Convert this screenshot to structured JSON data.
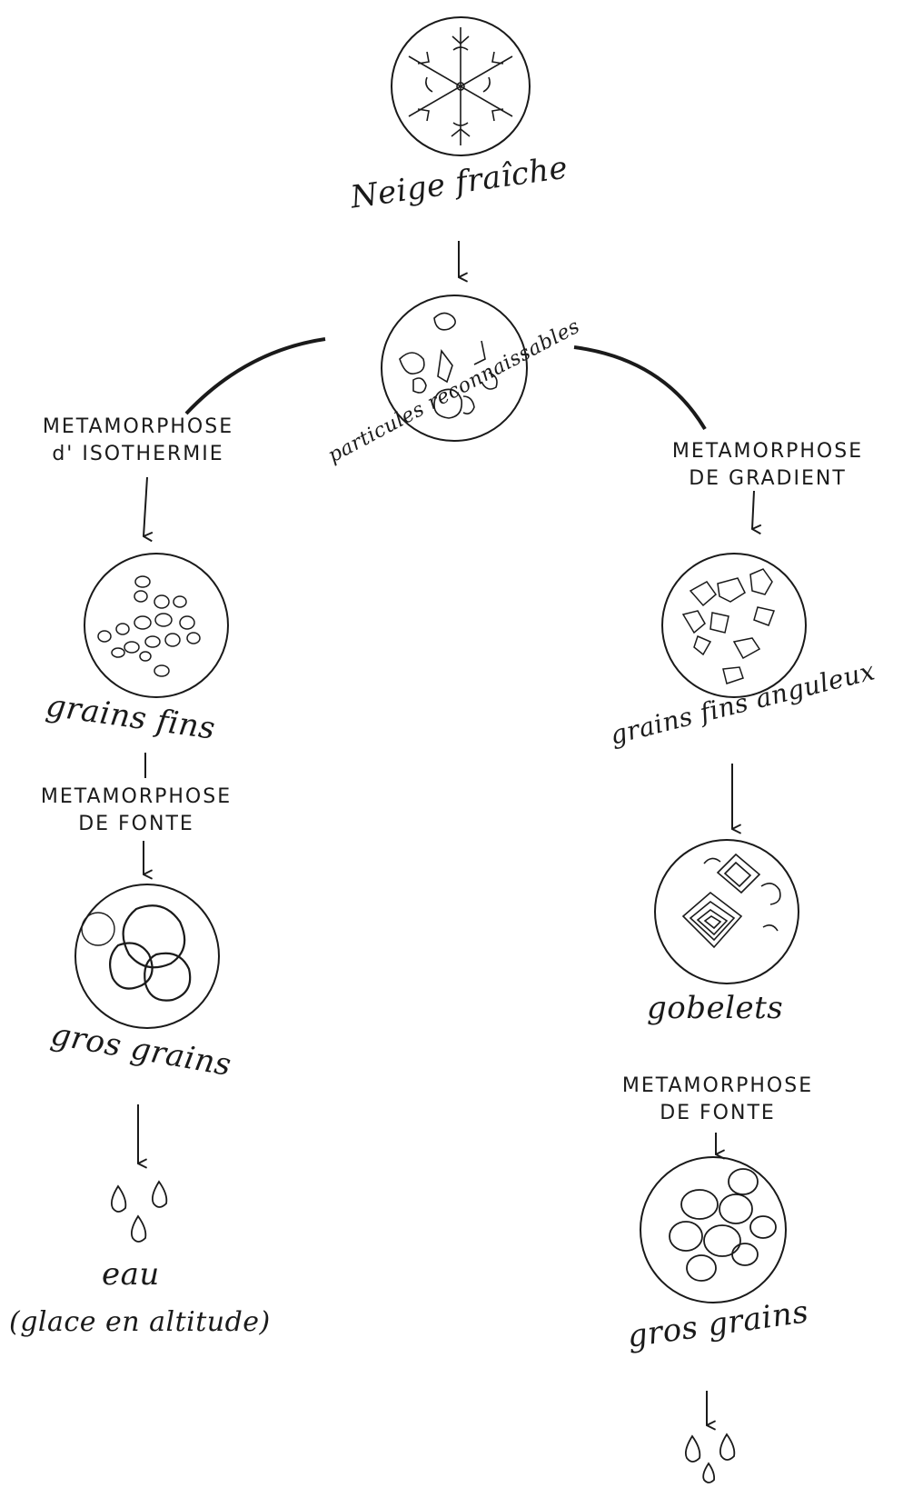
{
  "nodes": {
    "fresh": {
      "label": "Neige fraîche",
      "icon": "snowflake-crystal-icon"
    },
    "particles": {
      "label": "particules reconnaissables",
      "icon": "broken-particles-icon"
    },
    "fine_grains": {
      "label": "grains fins",
      "icon": "fine-rounded-grains-icon"
    },
    "coarse_grains_left": {
      "label": "gros grains",
      "icon": "coarse-grains-icon"
    },
    "water": {
      "label": "eau",
      "sublabel": "(glace en altitude)",
      "icon": "water-drops-icon"
    },
    "angular_grains": {
      "label": "grains fins anguleux",
      "icon": "angular-grains-icon"
    },
    "cups": {
      "label": "gobelets",
      "icon": "depth-hoar-cups-icon"
    },
    "coarse_grains_right": {
      "label": "gros grains",
      "icon": "coarse-grains-icon"
    },
    "water_right": {
      "icon": "water-drops-icon"
    }
  },
  "processes": {
    "isothermal": {
      "line1": "METAMORPHOSE",
      "line2": "d' ISOTHERMIE"
    },
    "gradient": {
      "line1": "METAMORPHOSE",
      "line2": "DE  GRADIENT"
    },
    "melt_left": {
      "line1": "METAMORPHOSE",
      "line2": "DE  FONTE"
    },
    "melt_right": {
      "line1": "METAMORPHOSE",
      "line2": "DE  FONTE"
    }
  }
}
